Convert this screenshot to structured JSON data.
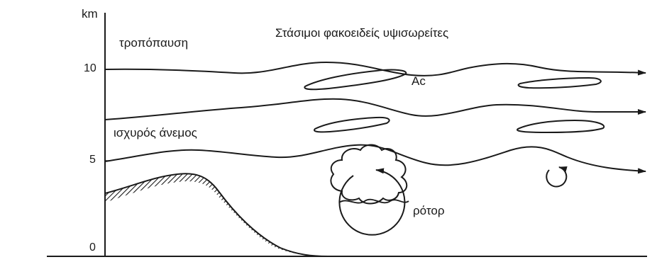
{
  "axis": {
    "unit": "km",
    "ticks": [
      "10",
      "5",
      "0"
    ]
  },
  "labels": {
    "tropopause": "τροπόπαυση",
    "title": "Στάσιμοι φακοειδείς υψισωρείτες",
    "strong_wind": "ισχυρός άνεμος",
    "ac": "Ac",
    "rotor": "ρότορ"
  },
  "colors": {
    "ink": "#1a1a1a",
    "background": "#ffffff"
  }
}
